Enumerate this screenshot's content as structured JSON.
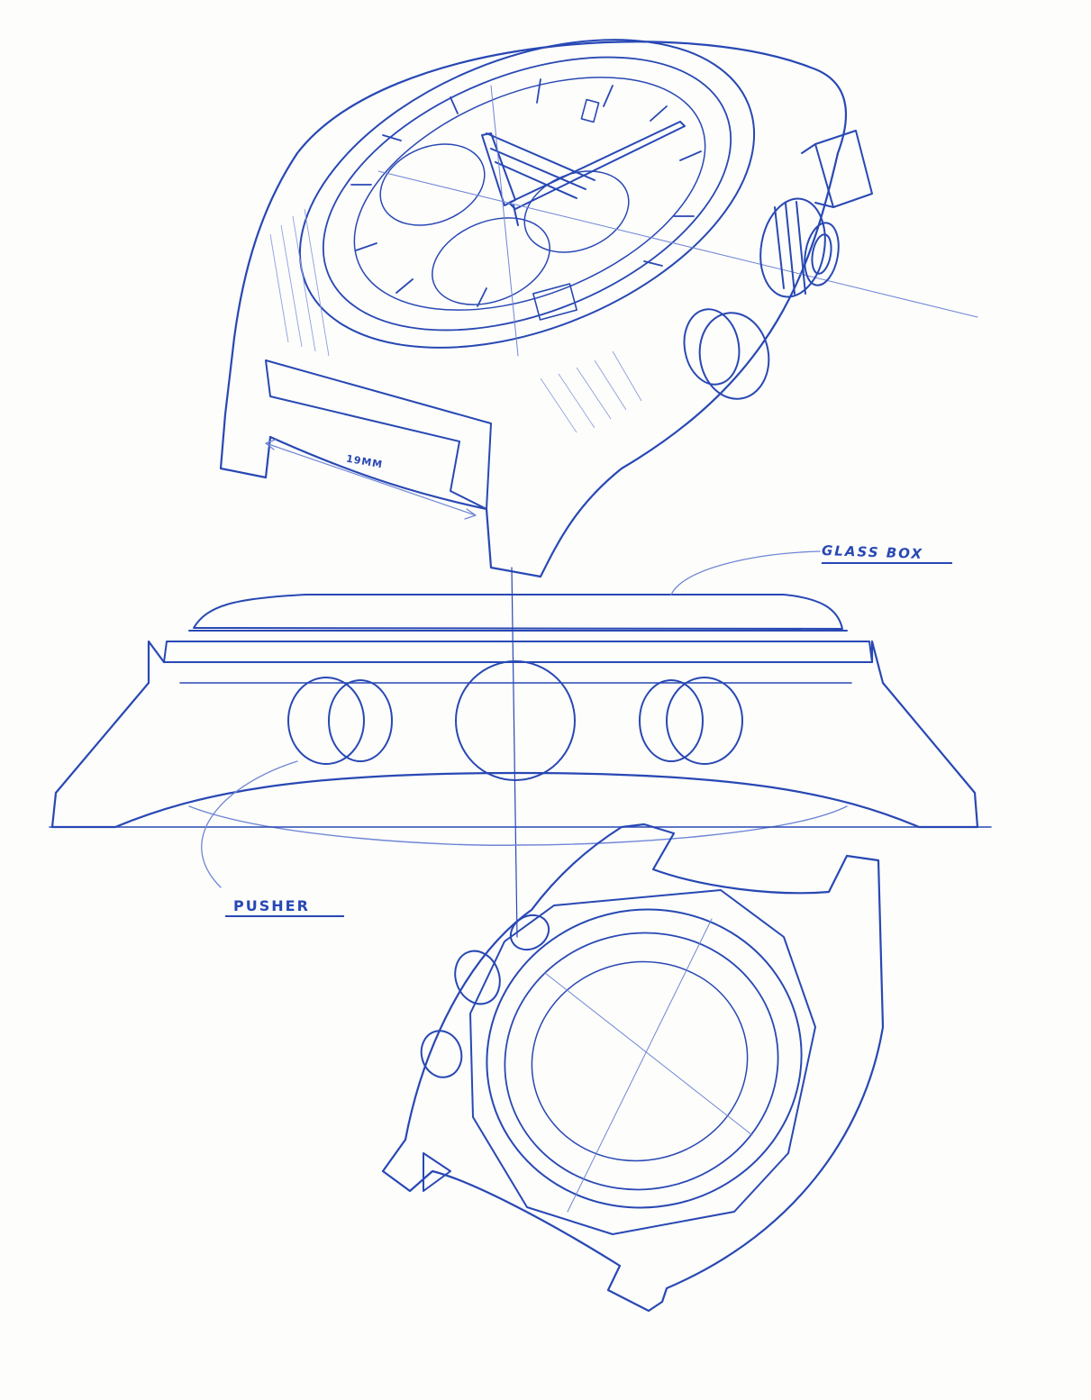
{
  "labels": {
    "glass_box": "GLASS BOX",
    "pusher": "PUSHER",
    "lug_width": "19MM"
  },
  "colors": {
    "ink": "#2848b4",
    "ink_light": "#6f86d6",
    "paper": "#fdfdfb"
  }
}
